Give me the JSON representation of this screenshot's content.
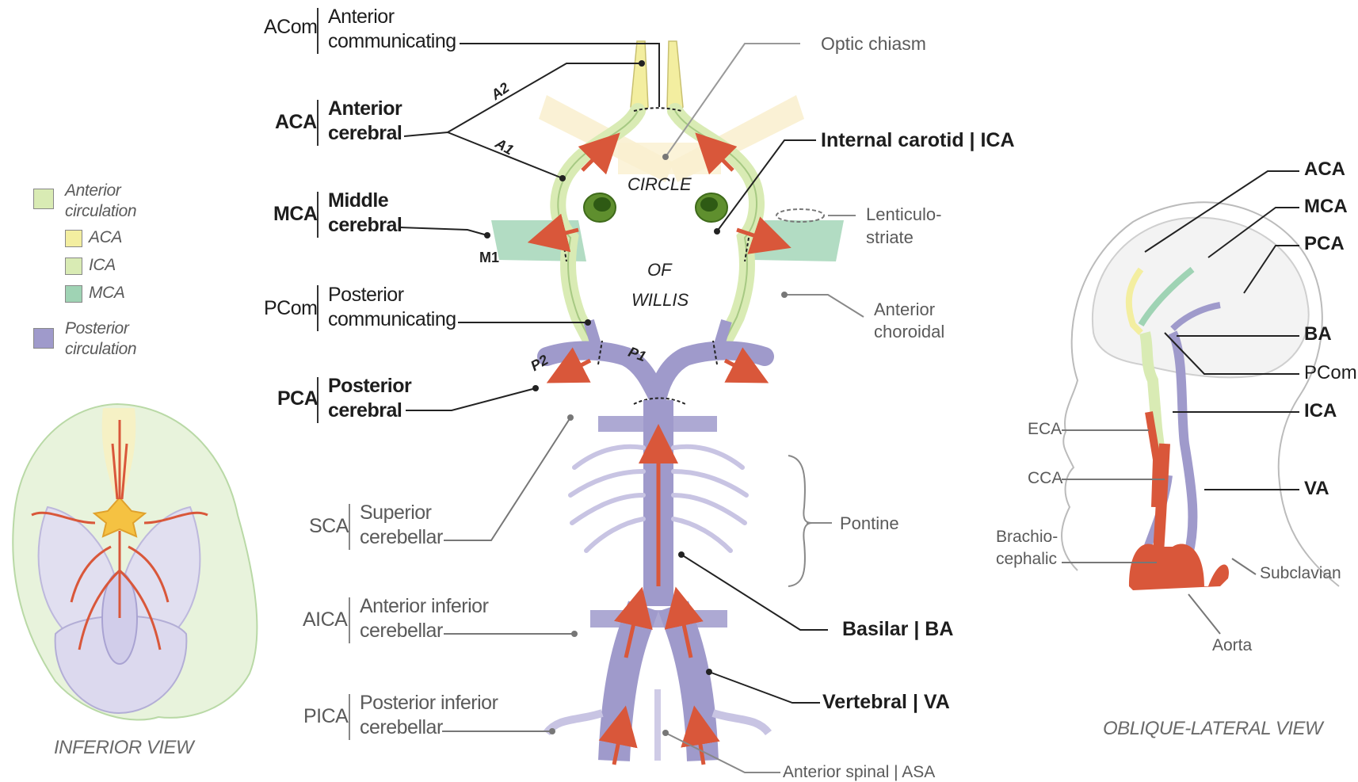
{
  "legend": {
    "anterior": "Anterior circulation",
    "aca": "ACA",
    "ica": "ICA",
    "mca": "MCA",
    "posterior": "Posterior circulation"
  },
  "colors": {
    "aca": "#f3eea0",
    "ica": "#d9ebb4",
    "mca": "#9fd3b4",
    "posterior": "#9f9acb",
    "artery": "#d9573a",
    "anterior_box": "#d9ebb4"
  },
  "views": {
    "inferior": "INFERIOR VIEW",
    "oblique": "OBLIQUE-LATERAL VIEW"
  },
  "circle_text": {
    "line1": "CIRCLE",
    "line2": "OF",
    "line3": "WILLIS"
  },
  "segments": {
    "a1": "A1",
    "a2": "A2",
    "m1": "M1",
    "p1": "P1",
    "p2": "P2"
  },
  "left_labels": {
    "acom": {
      "abbr": "ACom",
      "line1": "Anterior",
      "line2": "communicating"
    },
    "aca": {
      "abbr": "ACA",
      "line1": "Anterior",
      "line2": "cerebral"
    },
    "mca": {
      "abbr": "MCA",
      "line1": "Middle",
      "line2": "cerebral"
    },
    "pcom": {
      "abbr": "PCom",
      "line1": "Posterior",
      "line2": "communicating"
    },
    "pca": {
      "abbr": "PCA",
      "line1": "Posterior",
      "line2": "cerebral"
    },
    "sca": {
      "abbr": "SCA",
      "line1": "Superior",
      "line2": "cerebellar"
    },
    "aica": {
      "abbr": "AICA",
      "line1": "Anterior inferior",
      "line2": "cerebellar"
    },
    "pica": {
      "abbr": "PICA",
      "line1": "Posterior inferior",
      "line2": "cerebellar"
    }
  },
  "right_labels": {
    "optic": "Optic chiasm",
    "internal_carotid": "Internal carotid | ICA",
    "lenticulo1": "Lenticulo-",
    "lenticulo2": "striate",
    "choroidal1": "Anterior",
    "choroidal2": "choroidal",
    "pontine": "Pontine",
    "basilar": "Basilar | BA",
    "vertebral": "Vertebral | VA",
    "spinal": "Anterior spinal | ASA"
  },
  "oblique_labels": {
    "aca": "ACA",
    "mca": "MCA",
    "pca": "PCA",
    "ba": "BA",
    "pcom": "PCom",
    "ica": "ICA",
    "va": "VA",
    "eca": "ECA",
    "cca": "CCA",
    "brachio1": "Brachio-",
    "brachio2": "cephalic",
    "subclavian": "Subclavian",
    "aorta": "Aorta"
  }
}
